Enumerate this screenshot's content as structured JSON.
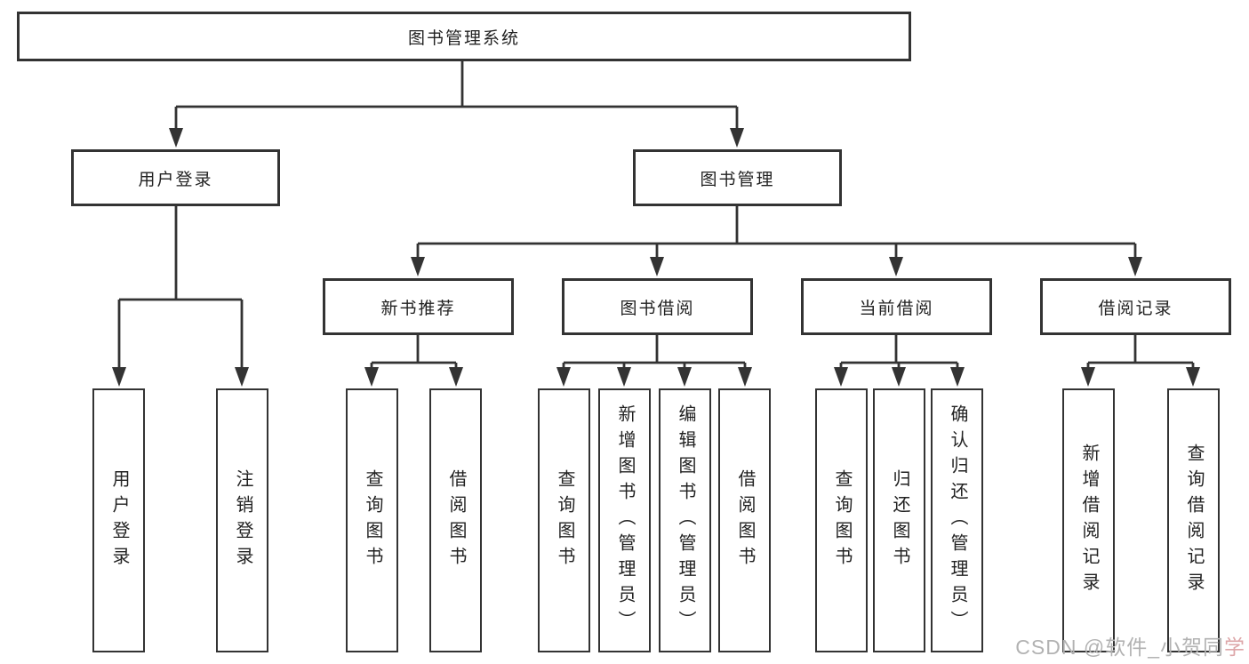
{
  "tree": {
    "label": "图书管理系统",
    "children": [
      {
        "label": "用户登录",
        "children": [
          {
            "label": "用户登录"
          },
          {
            "label": "注销登录"
          }
        ]
      },
      {
        "label": "图书管理",
        "children": [
          {
            "label": "新书推荐",
            "children": [
              {
                "label": "查询图书"
              },
              {
                "label": "借阅图书"
              }
            ]
          },
          {
            "label": "图书借阅",
            "children": [
              {
                "label": "查询图书"
              },
              {
                "label": "新增图书（管理员）"
              },
              {
                "label": "编辑图书（管理员）"
              },
              {
                "label": "借阅图书"
              }
            ]
          },
          {
            "label": "当前借阅",
            "children": [
              {
                "label": "查询图书"
              },
              {
                "label": "归还图书"
              },
              {
                "label": "确认归还（管理员）"
              }
            ]
          },
          {
            "label": "借阅记录",
            "children": [
              {
                "label": "新增借阅记录"
              },
              {
                "label": "查询借阅记录"
              }
            ]
          }
        ]
      }
    ]
  },
  "watermark": {
    "text_main": "CSDN @软件_小贺同",
    "text_accent": "学"
  },
  "colors": {
    "line": "#333333",
    "node_border": "#333333",
    "text": "#222222",
    "background": "#ffffff",
    "watermark": "#b2b2b2",
    "watermark_accent": "#dda6a8"
  }
}
